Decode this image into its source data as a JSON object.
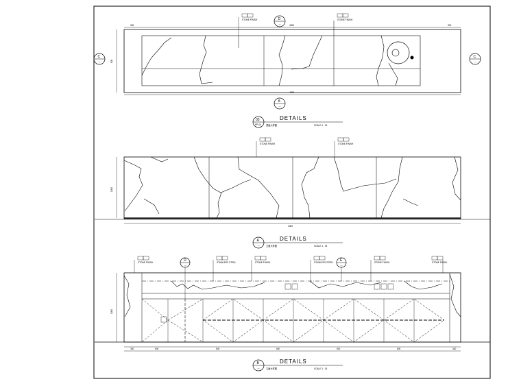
{
  "title_blocks": [
    {
      "id": "detail-03",
      "number": "03",
      "sheet": "PP-04",
      "label": "DETAILS",
      "subtitle": "顶面大样图",
      "scale": "SCALE 1 : 15"
    },
    {
      "id": "detail-a",
      "number": "A",
      "sheet": "—",
      "label": "DETAILS",
      "subtitle": "立面大样图",
      "scale": "SCALE 1 : 15"
    },
    {
      "id": "detail-b",
      "number": "B",
      "sheet": "—",
      "label": "DETAILS",
      "subtitle": "立面大样图",
      "scale": "SCALE 1 : 15"
    }
  ],
  "section_markers": {
    "top_center": {
      "letter": "D",
      "sheet": "—"
    },
    "bottom_center": {
      "letter": "A",
      "sheet": "—"
    },
    "left": {
      "letter": "C",
      "sheet": "—"
    },
    "right": {
      "letter": "C",
      "sheet": "—"
    },
    "elev_d": {
      "letter": "D",
      "sheet": "—"
    },
    "elev_e": {
      "letter": "E",
      "sheet": "—"
    }
  },
  "material_tags": {
    "stone_finish": "STONE FINISH",
    "stainless_steel": "STAINLESS STEEL"
  },
  "dimensions": {
    "plan_total": "4300",
    "plan_edge": "300",
    "plan_height": "600",
    "elev_a_total": "4300",
    "elev_a_height": "1000",
    "elev_b_segment": "600",
    "elev_b_edge": "300",
    "elev_b_height": "1000"
  },
  "colors": {
    "line": "#000000",
    "paper": "#ffffff"
  }
}
